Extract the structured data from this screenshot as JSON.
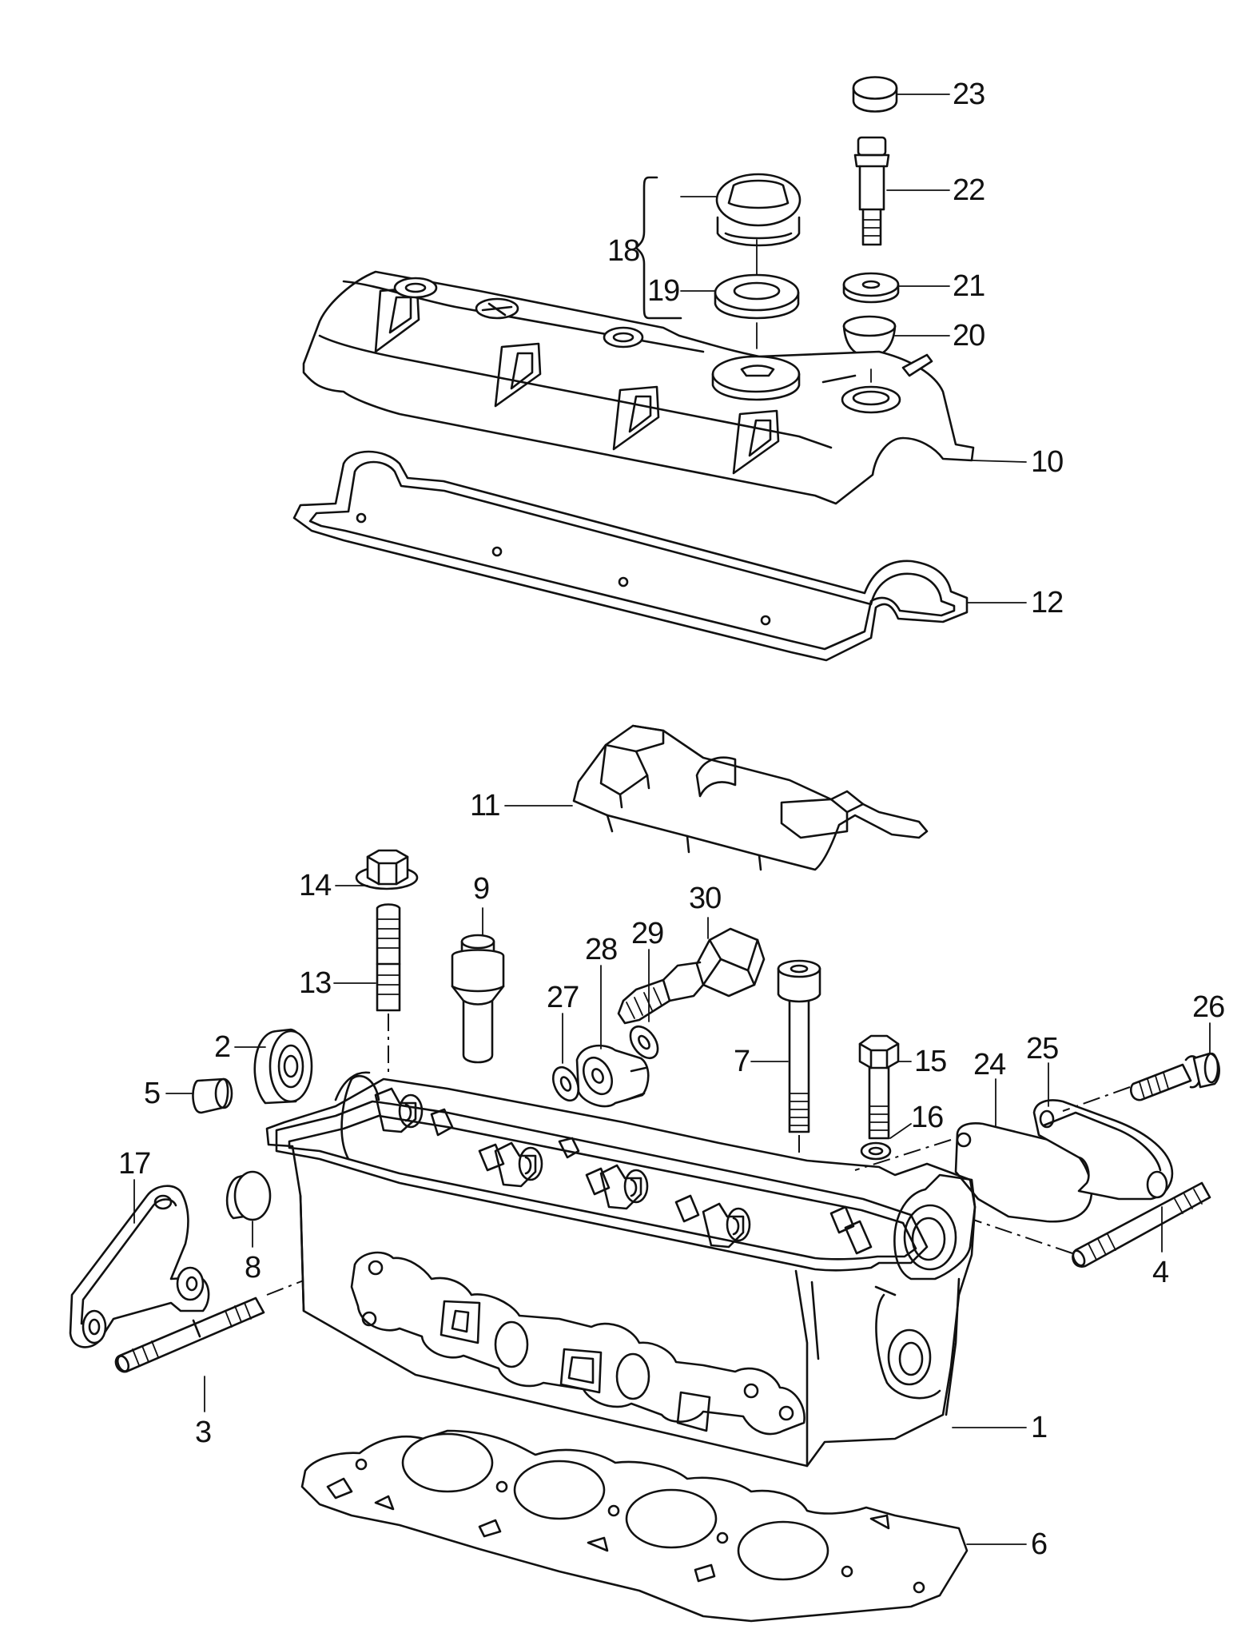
{
  "diagram": {
    "callouts": [
      {
        "id": "1",
        "label": "1"
      },
      {
        "id": "2",
        "label": "2"
      },
      {
        "id": "3",
        "label": "3"
      },
      {
        "id": "4",
        "label": "4"
      },
      {
        "id": "5",
        "label": "5"
      },
      {
        "id": "6",
        "label": "6"
      },
      {
        "id": "7",
        "label": "7"
      },
      {
        "id": "8",
        "label": "8"
      },
      {
        "id": "9",
        "label": "9"
      },
      {
        "id": "10",
        "label": "10"
      },
      {
        "id": "11",
        "label": "11"
      },
      {
        "id": "12",
        "label": "12"
      },
      {
        "id": "13",
        "label": "13"
      },
      {
        "id": "14",
        "label": "14"
      },
      {
        "id": "15",
        "label": "15"
      },
      {
        "id": "16",
        "label": "16"
      },
      {
        "id": "17",
        "label": "17"
      },
      {
        "id": "18",
        "label": "18"
      },
      {
        "id": "19",
        "label": "19"
      },
      {
        "id": "20",
        "label": "20"
      },
      {
        "id": "21",
        "label": "21"
      },
      {
        "id": "22",
        "label": "22"
      },
      {
        "id": "23",
        "label": "23"
      },
      {
        "id": "24",
        "label": "24"
      },
      {
        "id": "25",
        "label": "25"
      },
      {
        "id": "26",
        "label": "26"
      },
      {
        "id": "27",
        "label": "27"
      },
      {
        "id": "28",
        "label": "28"
      },
      {
        "id": "29",
        "label": "29"
      },
      {
        "id": "30",
        "label": "30"
      }
    ]
  }
}
